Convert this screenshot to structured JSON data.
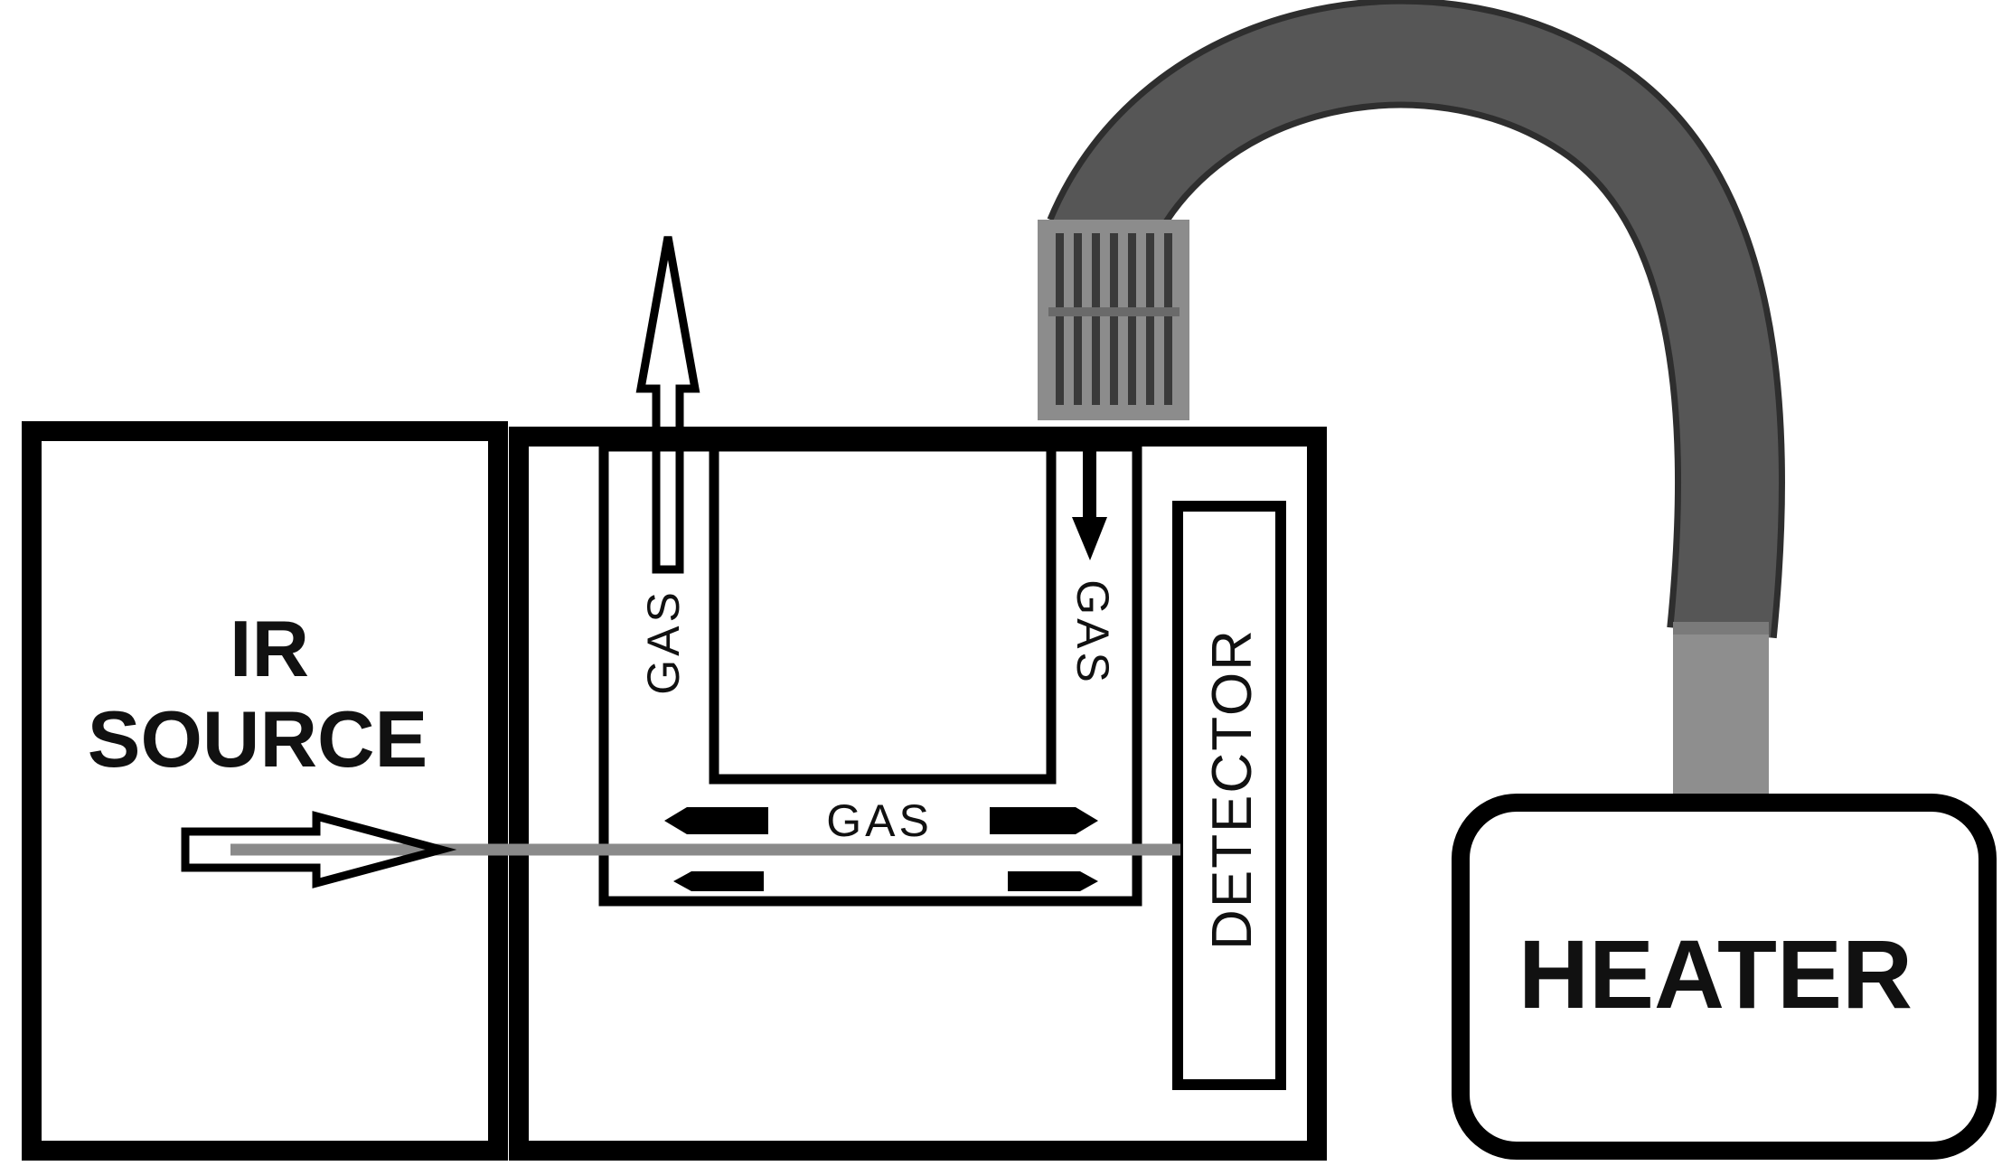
{
  "labels": {
    "ir_source_line1": "IR",
    "ir_source_line2": "SOURCE",
    "gas_left": "GAS",
    "gas_right": "GAS",
    "gas_bottom": "GAS",
    "detector": "DETECTOR",
    "heater": "HEATER"
  },
  "colors": {
    "outline": "#000000",
    "ir_beam": "#8a8a8a",
    "hose": "#555555",
    "hose_edge": "#2e2e2e",
    "connector": "#8c8c8c",
    "connector_slot": "#3a3a3a",
    "heater_sleeve": "#8e8e8e",
    "background": "#ffffff"
  }
}
